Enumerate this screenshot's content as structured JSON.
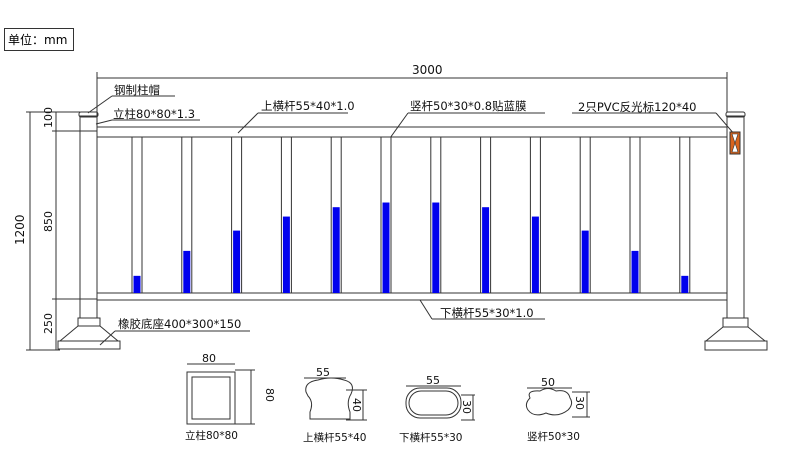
{
  "unit_label": "单位：mm",
  "dimensions": {
    "total_length": "3000",
    "total_height": "1200",
    "top_segment": "100",
    "middle_segment": "850",
    "bottom_segment": "250"
  },
  "labels": {
    "post_cap": "钢制柱帽",
    "post": "立柱80*80*1.3",
    "top_rail": "上横杆55*40*1.0",
    "baluster": "竖杆50*30*0.8贴蓝膜",
    "reflector": "2只PVC反光标120*40",
    "bottom_rail": "下横杆55*30*1.0",
    "base": "橡胶底座400*300*150"
  },
  "baluster_blue_fill_percent": [
    11,
    27,
    40,
    49,
    55,
    58,
    58,
    55,
    49,
    40,
    27,
    11
  ],
  "colors": {
    "blue_film": "#0000ee",
    "reflector": "#d9641e",
    "line": "#333333"
  },
  "sections": [
    {
      "caption": "立柱80*80",
      "width": "80",
      "height": "80"
    },
    {
      "caption": "上横杆55*40",
      "width": "55",
      "height": "40"
    },
    {
      "caption": "下横杆55*30",
      "width": "55",
      "height": "30"
    },
    {
      "caption": "竖杆50*30",
      "width": "50",
      "height": "30"
    }
  ]
}
